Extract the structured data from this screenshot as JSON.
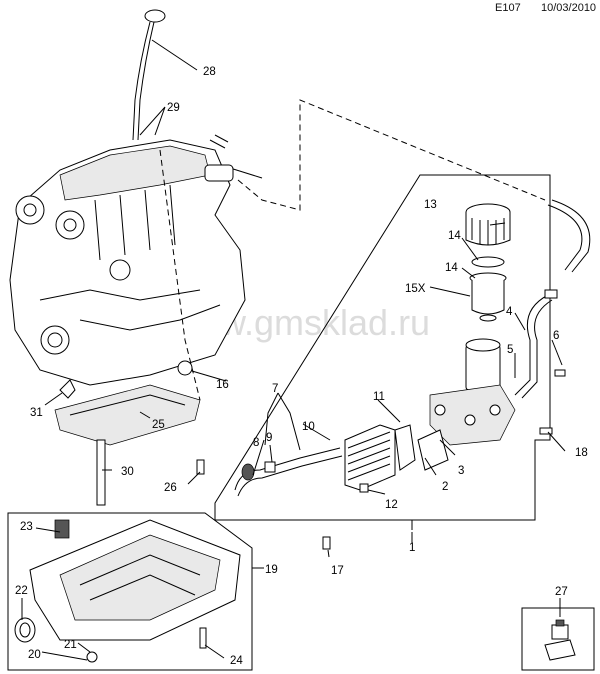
{
  "header": {
    "code": "E107",
    "date": "10/03/2010"
  },
  "watermark": "www.gmsklad.ru",
  "callouts": {
    "c1": "1",
    "c2": "2",
    "c3": "3",
    "c4": "4",
    "c5": "5",
    "c6": "6",
    "c7": "7",
    "c8": "8",
    "c9": "9",
    "c10": "10",
    "c11": "11",
    "c12": "12",
    "c13": "13",
    "c14a": "14",
    "c14b": "14",
    "c15x": "15X",
    "c16": "16",
    "c17": "17",
    "c18": "18",
    "c19": "19",
    "c20": "20",
    "c21": "21",
    "c22": "22",
    "c23": "23",
    "c24": "24",
    "c25": "25",
    "c26": "26",
    "c27": "27",
    "c28": "28",
    "c29": "29",
    "c30": "30",
    "c31": "31"
  }
}
